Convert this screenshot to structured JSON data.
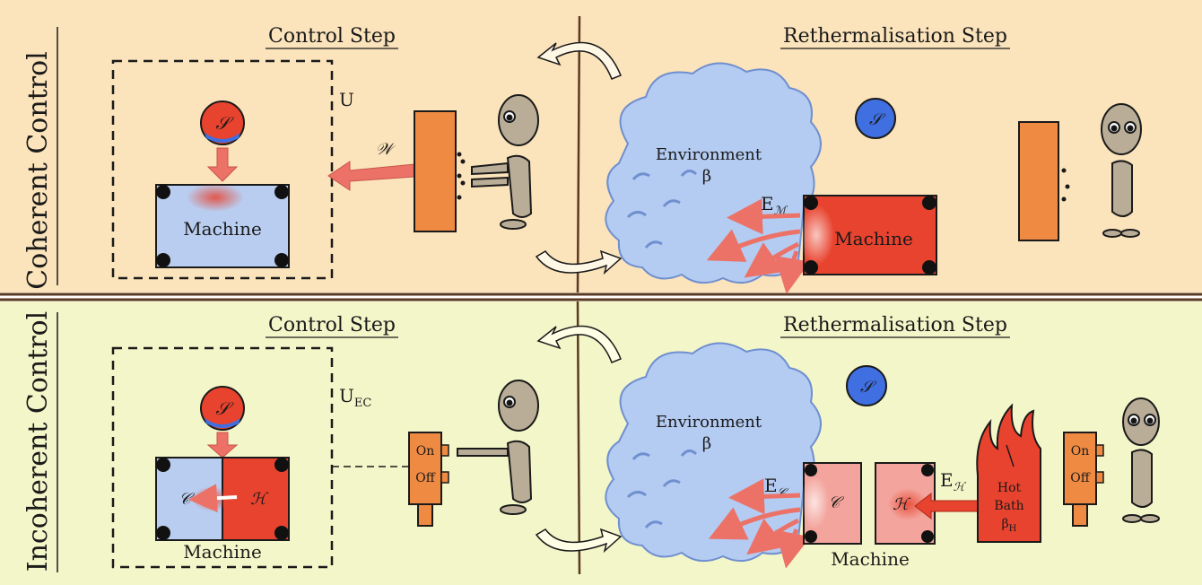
{
  "colors": {
    "top_panel_bg": "#fbe3bb",
    "bottom_panel_bg": "#f3f6c8",
    "divider": "#5a3a22",
    "machine_blue": "#b9cdf0",
    "machine_red": "#e8432e",
    "machine_pink": "#f3a49c",
    "system_red": "#e8432e",
    "system_blue": "#3f6fe0",
    "switch_orange": "#ef8a43",
    "cloud_blue": "#b4cbf2",
    "arrow_salmon": "#ec7267",
    "fire_red": "#e8432e",
    "figure_gray": "#b9ad97"
  },
  "top": {
    "row_title": "Coherent Control",
    "control_step_title": "Control Step",
    "rethermalisation_title": "Rethermalisation Step",
    "system_symbol": "𝒮",
    "unitary_label": "U",
    "work_label": "𝒲",
    "machine_label": "Machine",
    "environment_label": "Environment",
    "beta_label": "β",
    "energy_label_main": "E",
    "energy_label_sub": "ℳ",
    "retherm_machine_label": "Machine",
    "retherm_system_symbol": "𝒮"
  },
  "bottom": {
    "row_title": "Incoherent Control",
    "control_step_title": "Control Step",
    "rethermalisation_title": "Rethermalisation Step",
    "system_symbol": "𝒮",
    "unitary_label_main": "U",
    "unitary_label_sub": "EC",
    "cold_symbol": "𝒞",
    "hot_symbol": "ℋ",
    "machine_label": "Machine",
    "switch_on": "On",
    "switch_off": "Off",
    "environment_label": "Environment",
    "beta_label": "β",
    "energy_cold_main": "E",
    "energy_cold_sub": "𝒞",
    "energy_hot_main": "E",
    "energy_hot_sub": "ℋ",
    "hot_bath_line1": "Hot",
    "hot_bath_line2": "Bath",
    "hot_bath_beta_main": "β",
    "hot_bath_beta_sub": "H",
    "retherm_machine_label": "Machine",
    "retherm_system_symbol": "𝒮",
    "right_switch_on": "On",
    "right_switch_off": "Off"
  }
}
